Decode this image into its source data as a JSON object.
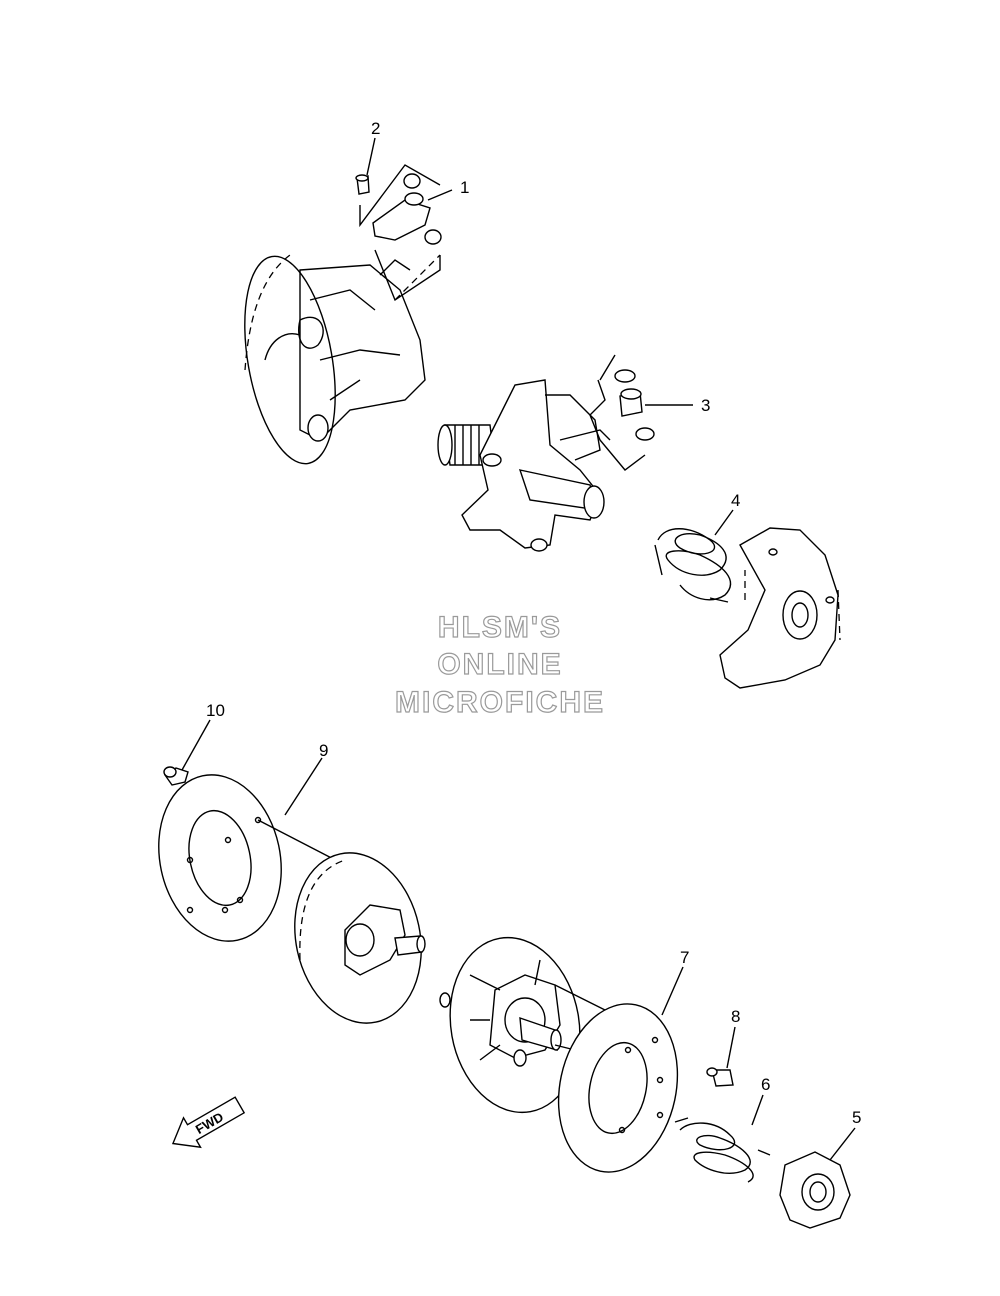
{
  "watermark": {
    "line1": "HLSM'S",
    "line2": "ONLINE",
    "line3": "MICROFICHE"
  },
  "direction_arrow": {
    "label": "FWD",
    "icon": "fwd-arrow-icon"
  },
  "callouts": [
    {
      "id": "c1",
      "label": "1"
    },
    {
      "id": "c2",
      "label": "2"
    },
    {
      "id": "c3",
      "label": "3"
    },
    {
      "id": "c4",
      "label": "4"
    },
    {
      "id": "c5",
      "label": "5"
    },
    {
      "id": "c6",
      "label": "6"
    },
    {
      "id": "c7",
      "label": "7"
    },
    {
      "id": "c8",
      "label": "8"
    },
    {
      "id": "c9",
      "label": "9"
    },
    {
      "id": "c10",
      "label": "10"
    }
  ],
  "colors": {
    "line": "#000000",
    "watermark_stroke": "#9a9a9a",
    "background": "#ffffff"
  }
}
